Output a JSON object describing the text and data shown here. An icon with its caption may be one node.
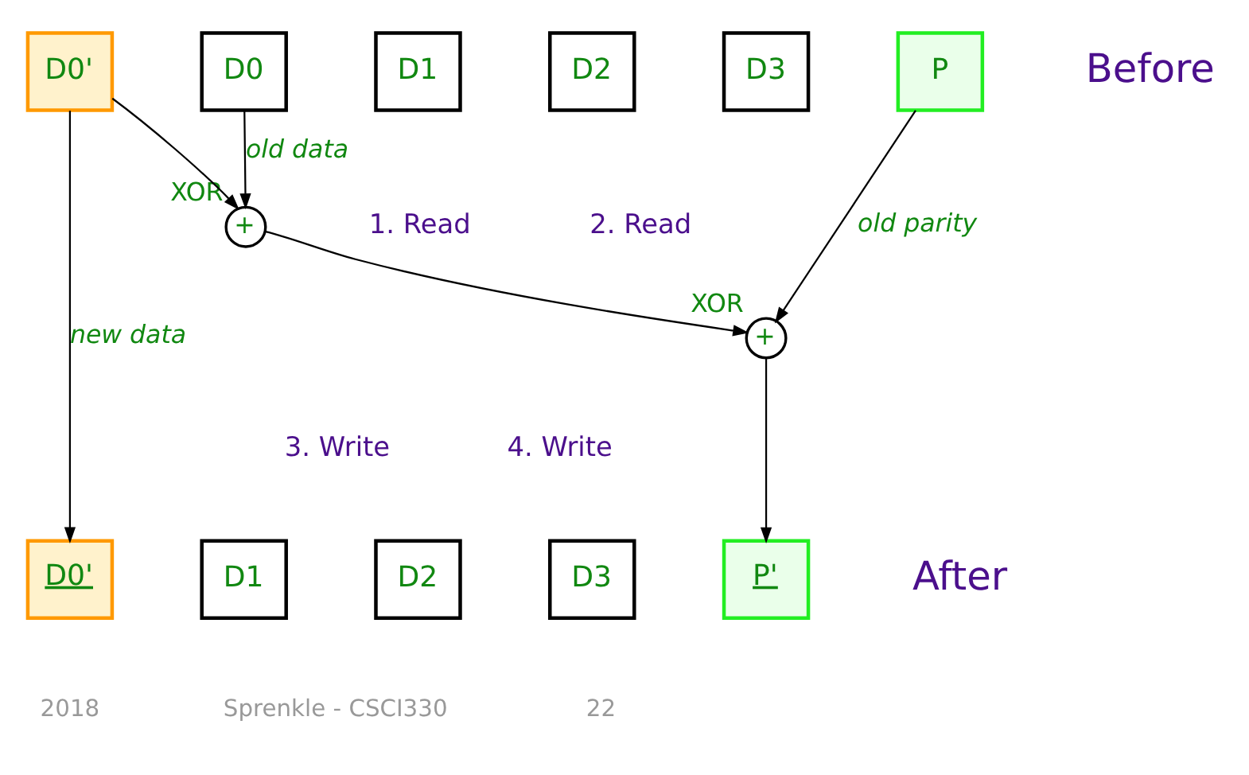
{
  "diagram": {
    "nodes": [
      {
        "text": [
          "D0'"
        ]
      },
      {
        "text": [
          "D0"
        ]
      },
      {
        "text": [
          "D1"
        ]
      },
      {
        "text": [
          "D2"
        ]
      },
      {
        "text": [
          "D3"
        ]
      },
      {
        "text": [
          "P"
        ]
      },
      {
        "text": [
          "+"
        ],
        "beside": [
          "XOR"
        ]
      },
      {
        "text": [
          "+"
        ],
        "beside": [
          "XOR"
        ]
      },
      {
        "text": [
          "D0'"
        ]
      },
      {
        "text": [
          "D1"
        ]
      },
      {
        "text": [
          "D2"
        ]
      },
      {
        "text": [
          "D3"
        ]
      },
      {
        "text": [
          "P'"
        ]
      }
    ],
    "edges": [
      {
        "from": 0,
        "to": 6,
        "arrow": "to"
      },
      {
        "from": 1,
        "to": 6,
        "label": "old data",
        "arrow": "to"
      },
      {
        "from": 6,
        "to": 7,
        "arrow": "to"
      },
      {
        "from": 5,
        "to": 7,
        "label": "old parity",
        "arrow": "to"
      },
      {
        "from": 7,
        "to": 12,
        "arrow": "to"
      },
      {
        "from": 0,
        "to": 8,
        "label": "new data",
        "arrow": "to"
      }
    ],
    "labels": [
      "Before",
      "1. Read",
      "2. Read",
      "3. Write",
      "4. Write",
      "After",
      "2018",
      "Sprenkle - CSCI330",
      "22"
    ]
  }
}
